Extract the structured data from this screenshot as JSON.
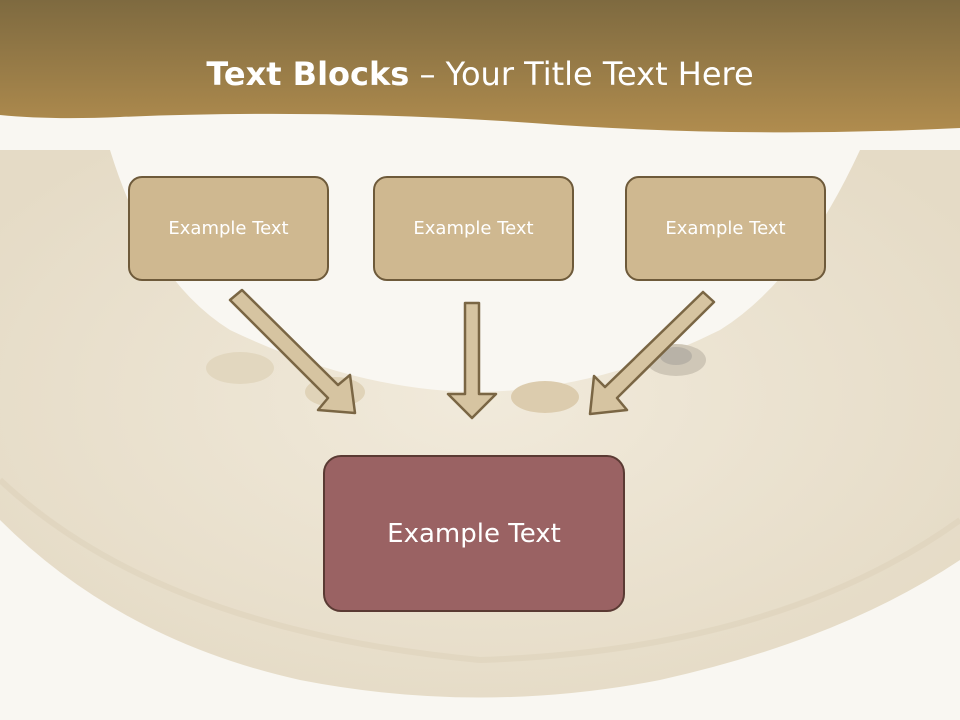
{
  "title": {
    "bold": "Text Blocks",
    "rest": " – Your Title Text Here"
  },
  "boxes": [
    {
      "label": "Example Text"
    },
    {
      "label": "Example Text"
    },
    {
      "label": "Example Text"
    }
  ],
  "main_box": {
    "label": "Example Text"
  },
  "colors": {
    "header": "#9a7a3c",
    "box_fill": "#cfb890",
    "box_border": "#6e5a3a",
    "main_fill": "#9a6263",
    "main_border": "#5a3a33",
    "arrow_fill": "#d6c4a1",
    "arrow_stroke": "#7a6644"
  }
}
